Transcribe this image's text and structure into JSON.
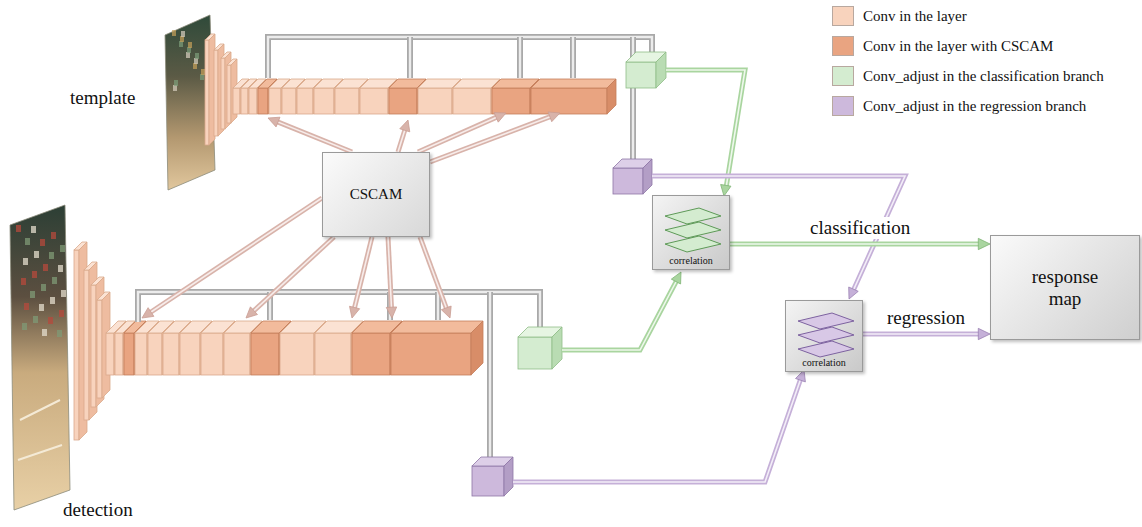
{
  "diagram": {
    "nodes": [
      {
        "text": [
          "CSCAM"
        ]
      },
      {
        "text": [
          "correlation"
        ]
      },
      {
        "text": [
          "correlation"
        ]
      },
      {
        "text": [
          "response map"
        ]
      }
    ],
    "edges": [
      {
        "from": 1,
        "to": 3,
        "arrow": "to",
        "label": "classification"
      },
      {
        "from": 2,
        "to": 3,
        "arrow": "to",
        "label": "regression"
      }
    ],
    "labels": [
      "template",
      "detection"
    ],
    "legend": [
      {
        "text": "Conv in the layer",
        "color": "#f8d3bd"
      },
      {
        "text": "Conv in the layer with CSCAM",
        "color": "#e9a481"
      },
      {
        "text": "Conv_adjust in the classification branch",
        "color": "#d4ecd0"
      },
      {
        "text": "Conv_adjust in the regression branch",
        "color": "#cdb9dc"
      }
    ]
  }
}
